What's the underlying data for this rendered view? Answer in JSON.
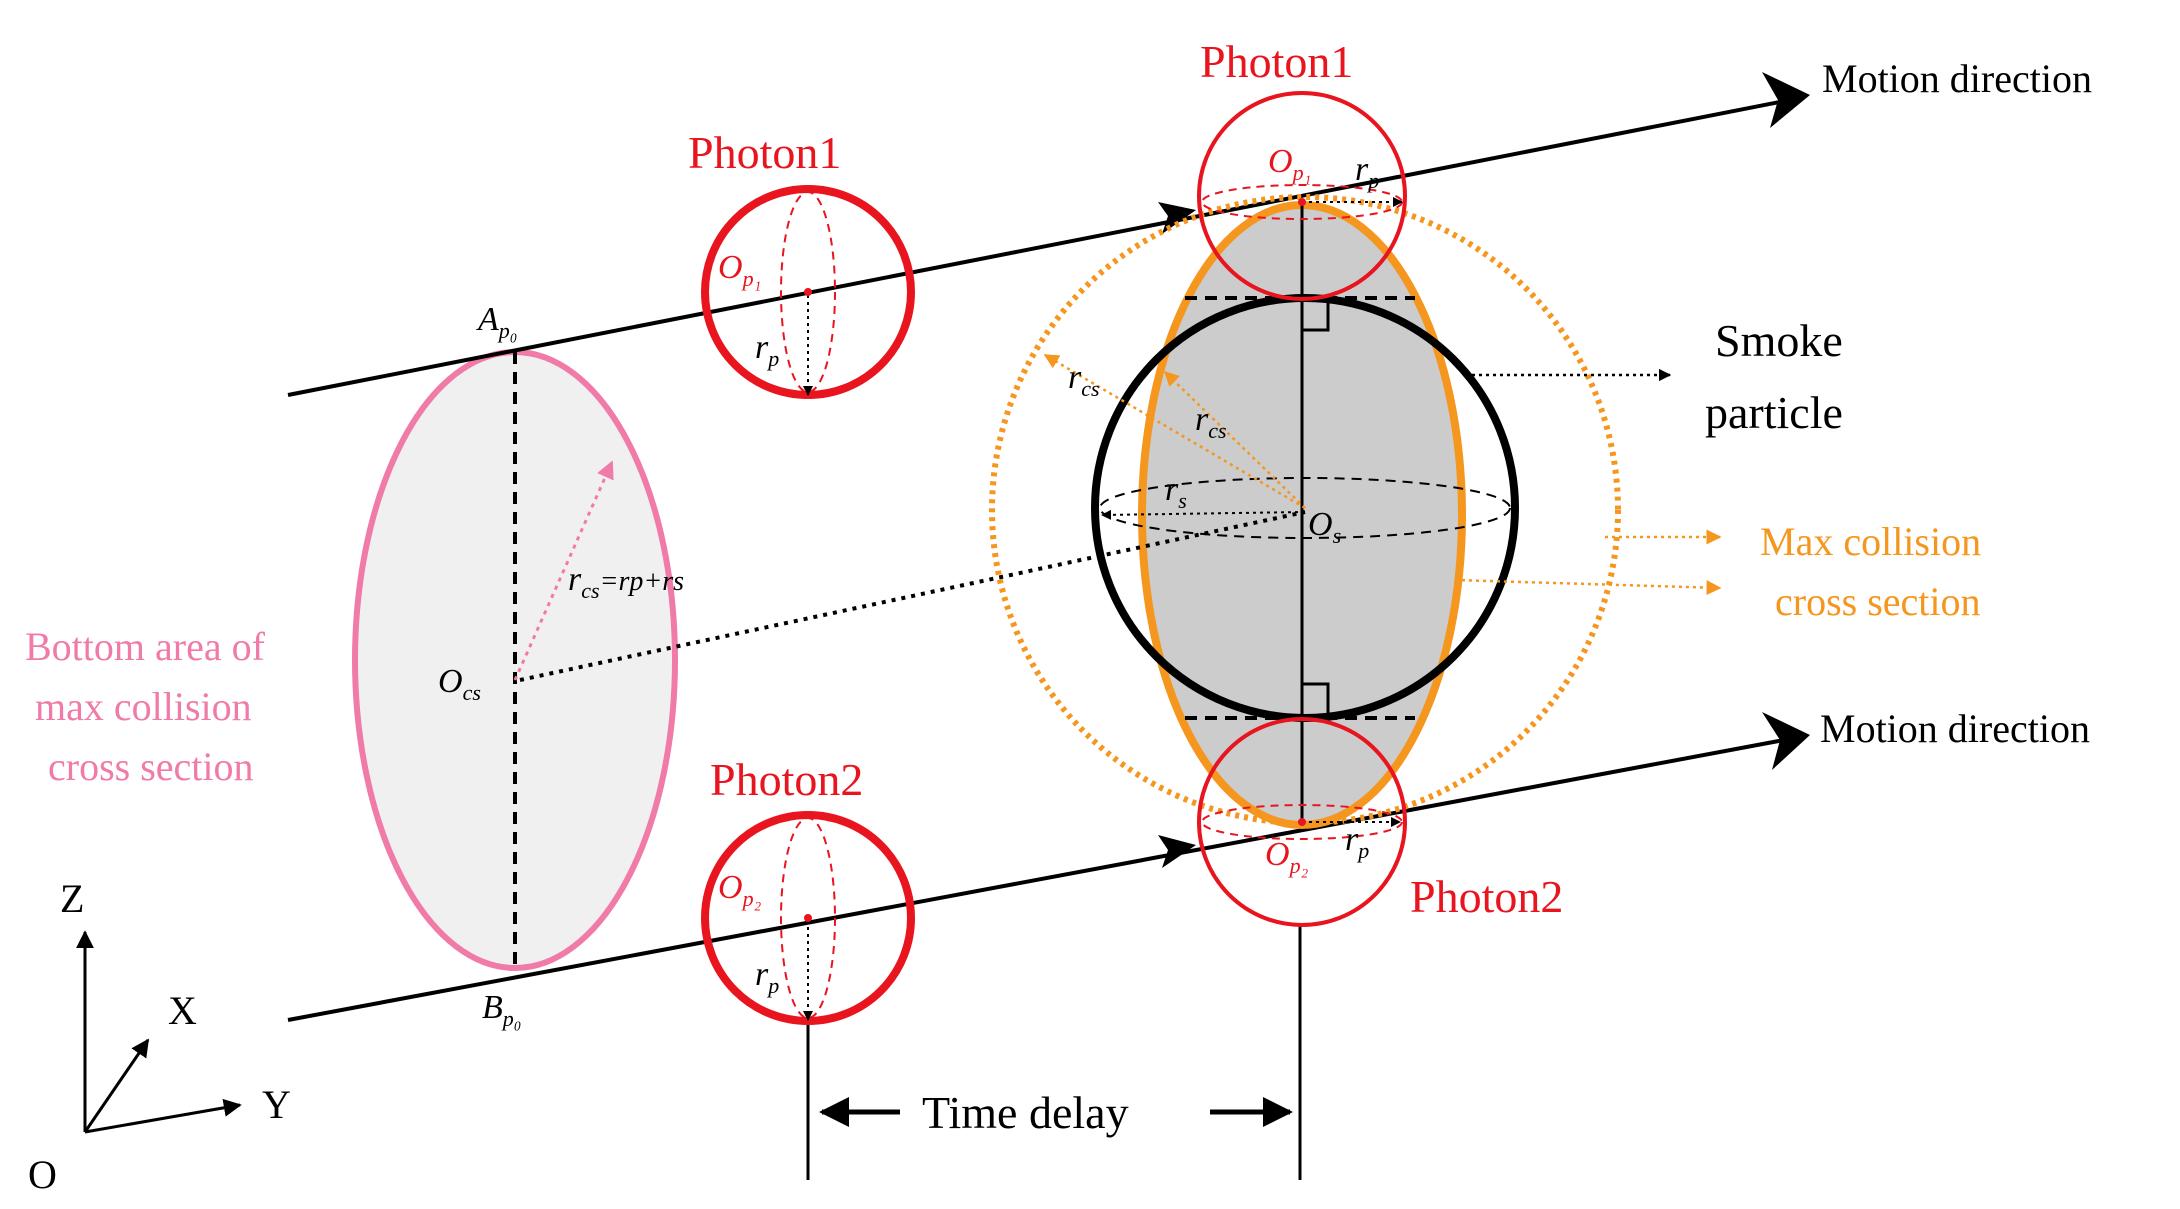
{
  "colors": {
    "red": "#e8141e",
    "orange": "#f5961e",
    "pink": "#f07aa8",
    "black": "#000000",
    "gray_fill": "#cccccc",
    "light_fill": "#f0f0f0"
  },
  "labels": {
    "motion_direction_top": "Motion direction",
    "motion_direction_bottom": "Motion direction",
    "photon1_left": "Photon1",
    "photon1_right": "Photon1",
    "photon2_left": "Photon2",
    "photon2_right": "Photon2",
    "smoke_line1": "Smoke",
    "smoke_line2": "particle",
    "max_cs_line1": "Max collision",
    "max_cs_line2": "cross section",
    "bottom_line1": "Bottom area of",
    "bottom_line2": "max collision",
    "bottom_line3": "cross section",
    "time_delay": "Time delay",
    "axis_z": "Z",
    "axis_x": "X",
    "axis_y": "Y",
    "axis_o": "O"
  },
  "symbols": {
    "A": "A",
    "A_sub": "p₀",
    "B": "B",
    "B_sub": "p₀",
    "O": "O",
    "cs_sub": "cs",
    "p1_sub": "p₁",
    "p2_sub": "p₂",
    "s_sub": "s",
    "r": "r",
    "p_sub": "p",
    "rcs_formula": "=rp+rs"
  },
  "icons": [
    "arrow-head-icon",
    "right-angle-icon"
  ]
}
